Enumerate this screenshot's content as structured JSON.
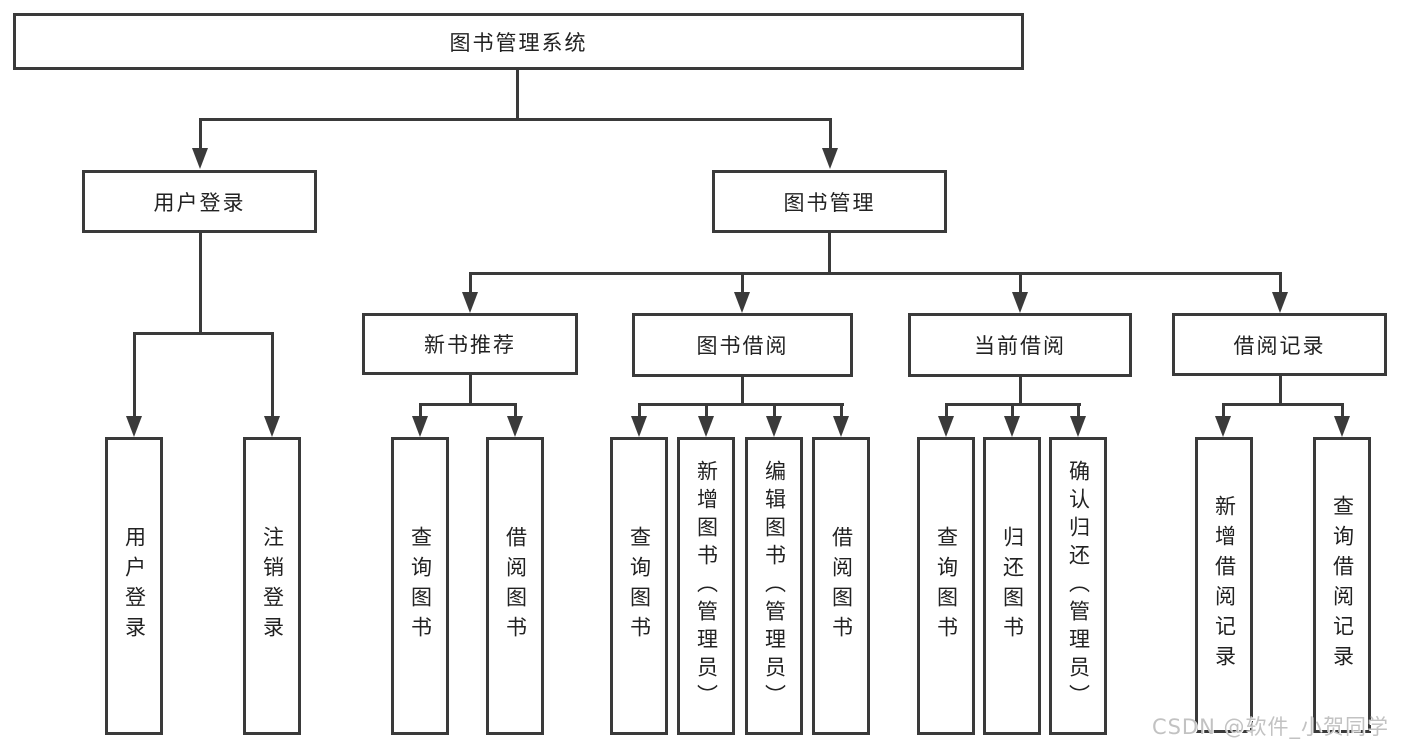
{
  "diagram": {
    "root": {
      "label": "图书管理系统"
    },
    "level2": {
      "user_login": {
        "label": "用户登录"
      },
      "book_mgmt": {
        "label": "图书管理"
      }
    },
    "level3": {
      "new_book": {
        "label": "新书推荐"
      },
      "book_borrow": {
        "label": "图书借阅"
      },
      "current_borrow": {
        "label": "当前借阅"
      },
      "borrow_record": {
        "label": "借阅记录"
      }
    },
    "leaves": {
      "user_login": [
        "用户登录",
        "注销登录"
      ],
      "new_book": [
        "查询图书",
        "借阅图书"
      ],
      "book_borrow": [
        "查询图书",
        "新增图书（管理员）",
        "编辑图书（管理员）",
        "借阅图书"
      ],
      "current_borrow": [
        "查询图书",
        "归还图书",
        "确认归还（管理员）"
      ],
      "borrow_record": [
        "新增借阅记录",
        "查询借阅记录"
      ]
    }
  },
  "watermark": {
    "text": "CSDN @软件_小贺同学"
  },
  "colors": {
    "line": "#3a3a3a",
    "text": "#222222",
    "watermark": "#c2c2c2",
    "background": "#ffffff"
  }
}
